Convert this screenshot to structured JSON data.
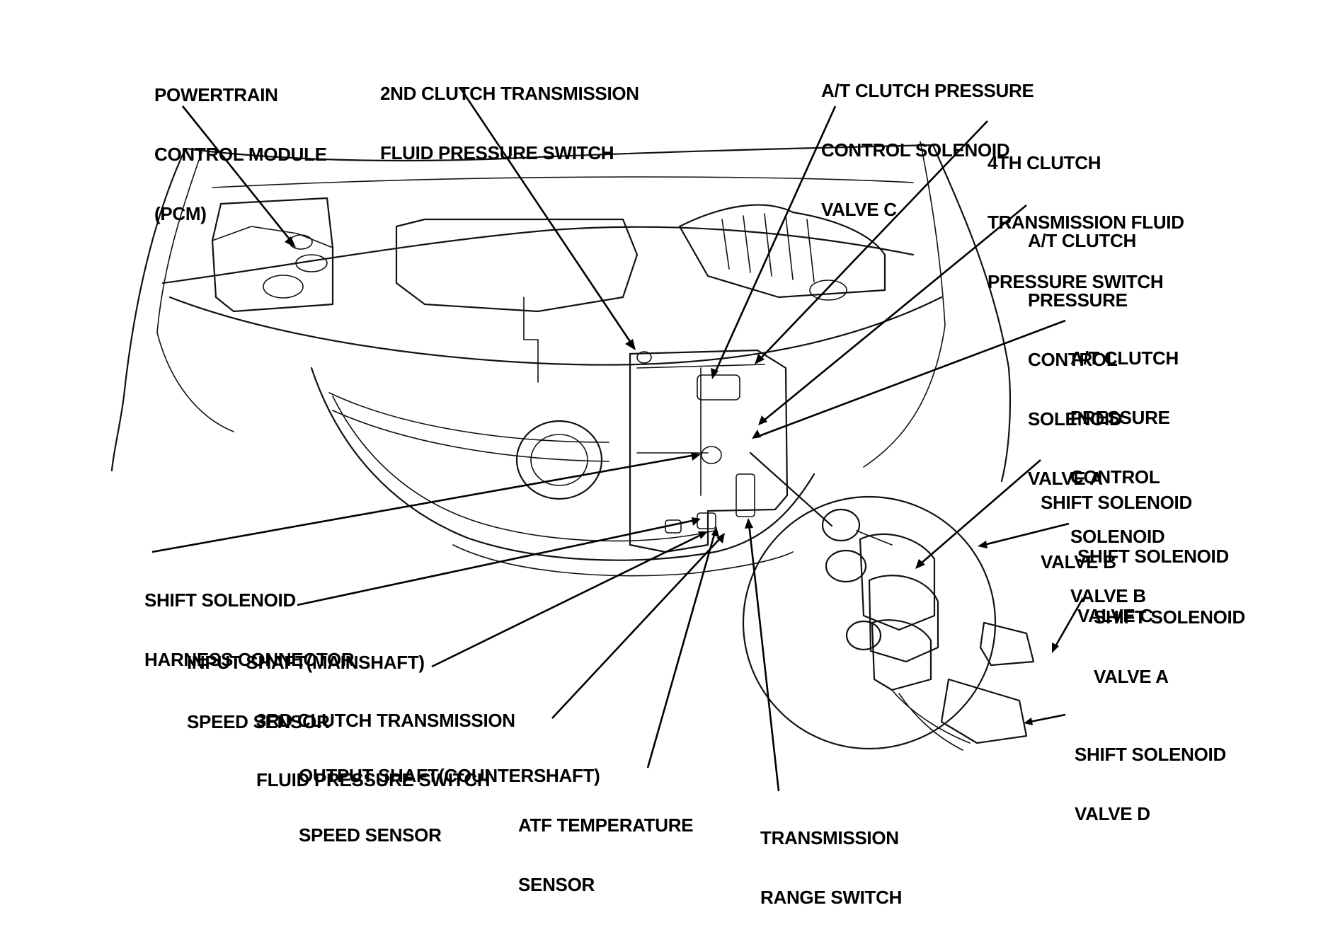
{
  "labels": {
    "pcm": [
      "POWERTRAIN",
      "CONTROL MODULE",
      "(PCM)"
    ],
    "clutch2_switch": [
      "2ND CLUTCH TRANSMISSION",
      "FLUID PRESSURE SWITCH"
    ],
    "valve_c_pressure": [
      "A/T CLUTCH PRESSURE",
      "CONTROL SOLENOID",
      "VALVE C"
    ],
    "clutch4_switch": [
      "4TH CLUTCH",
      "TRANSMISSION FLUID",
      "PRESSURE SWITCH"
    ],
    "valve_a_pressure": [
      "A/T CLUTCH",
      "PRESSURE",
      "CONTROL",
      "SOLENOID",
      "VALVE A"
    ],
    "valve_b_pressure": [
      "A/T CLUTCH",
      "PRESSURE",
      "CONTROL",
      "SOLENOID",
      "VALVE B"
    ],
    "shift_b": [
      "SHIFT SOLENOID",
      "VALVE B"
    ],
    "shift_c": [
      "SHIFT SOLENOID",
      "VALVE C"
    ],
    "shift_a": [
      "SHIFT SOLENOID",
      "VALVE A"
    ],
    "shift_d": [
      "SHIFT SOLENOID",
      "VALVE D"
    ],
    "harness": [
      "SHIFT SOLENOID",
      "HARNESS CONNECTOR"
    ],
    "input_sensor": [
      "INPUT SHAFT(MAINSHAFT)",
      "SPEED SENSOR"
    ],
    "clutch3_switch": [
      "3RD CLUTCH TRANSMISSION",
      "FLUID PRESSURE SWITCH"
    ],
    "output_sensor": [
      "OUTPUT SHAFT(COUNTERSHAFT)",
      "SPEED SENSOR"
    ],
    "atf_sensor": [
      "ATF TEMPERATURE",
      "SENSOR"
    ],
    "range_switch": [
      "TRANSMISSION",
      "RANGE SWITCH"
    ]
  }
}
